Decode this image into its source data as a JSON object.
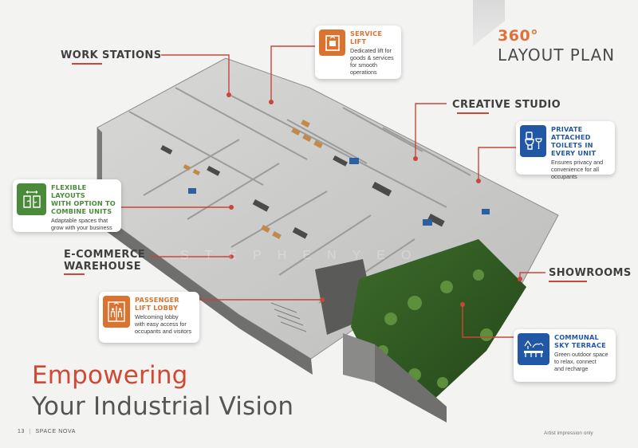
{
  "header": {
    "degree": "360°",
    "title": "LAYOUT PLAN"
  },
  "labels": {
    "work_stations": "WORK STATIONS",
    "creative_studio": "CREATIVE STUDIO",
    "ecommerce_line1": "E-COMMERCE",
    "ecommerce_line2": "WAREHOUSE",
    "showrooms": "SHOWROOMS"
  },
  "callouts": {
    "service_lift": {
      "title": "SERVICE LIFT",
      "desc": [
        "Dedicated lift for",
        "goods & services",
        "for smooth",
        "operations"
      ],
      "icon": "service-lift-icon"
    },
    "private_toilets": {
      "title": [
        "PRIVATE ATTACHED",
        "TOILETS IN EVERY UNIT"
      ],
      "desc": [
        "Ensures privacy and",
        "convenience for all",
        "occupants"
      ],
      "icon": "toilet-icon"
    },
    "flexible_layouts": {
      "title": [
        "FLEXIBLE LAYOUTS",
        "WITH OPTION TO",
        "COMBINE UNITS"
      ],
      "desc": [
        "Adaptable spaces that",
        "grow with your business"
      ],
      "icon": "floorplan-icon"
    },
    "passenger_lift": {
      "title": [
        "PASSENGER",
        "LIFT LOBBY"
      ],
      "desc": [
        "Welcoming lobby",
        "with easy access for",
        "occupants and visitors"
      ],
      "icon": "passenger-lift-icon"
    },
    "sky_terrace": {
      "title": [
        "COMMUNAL",
        "SKY TERRACE"
      ],
      "desc": [
        "Green outdoor space",
        "to relax, connect",
        "and recharge"
      ],
      "icon": "terrace-icon"
    }
  },
  "headline": {
    "line1": "Empowering",
    "line2": "Your Industrial Vision"
  },
  "footer": {
    "page": "13",
    "separator": "|",
    "brand": "SPACE NOVA",
    "note": "Artist impression only"
  },
  "watermark": "STEPHENYEO",
  "colors": {
    "accent_red": "#d14834",
    "accent_orange": "#d9732f",
    "green": "#4a8a3a",
    "blue": "#2257a6",
    "background": "#f3f3f2"
  }
}
